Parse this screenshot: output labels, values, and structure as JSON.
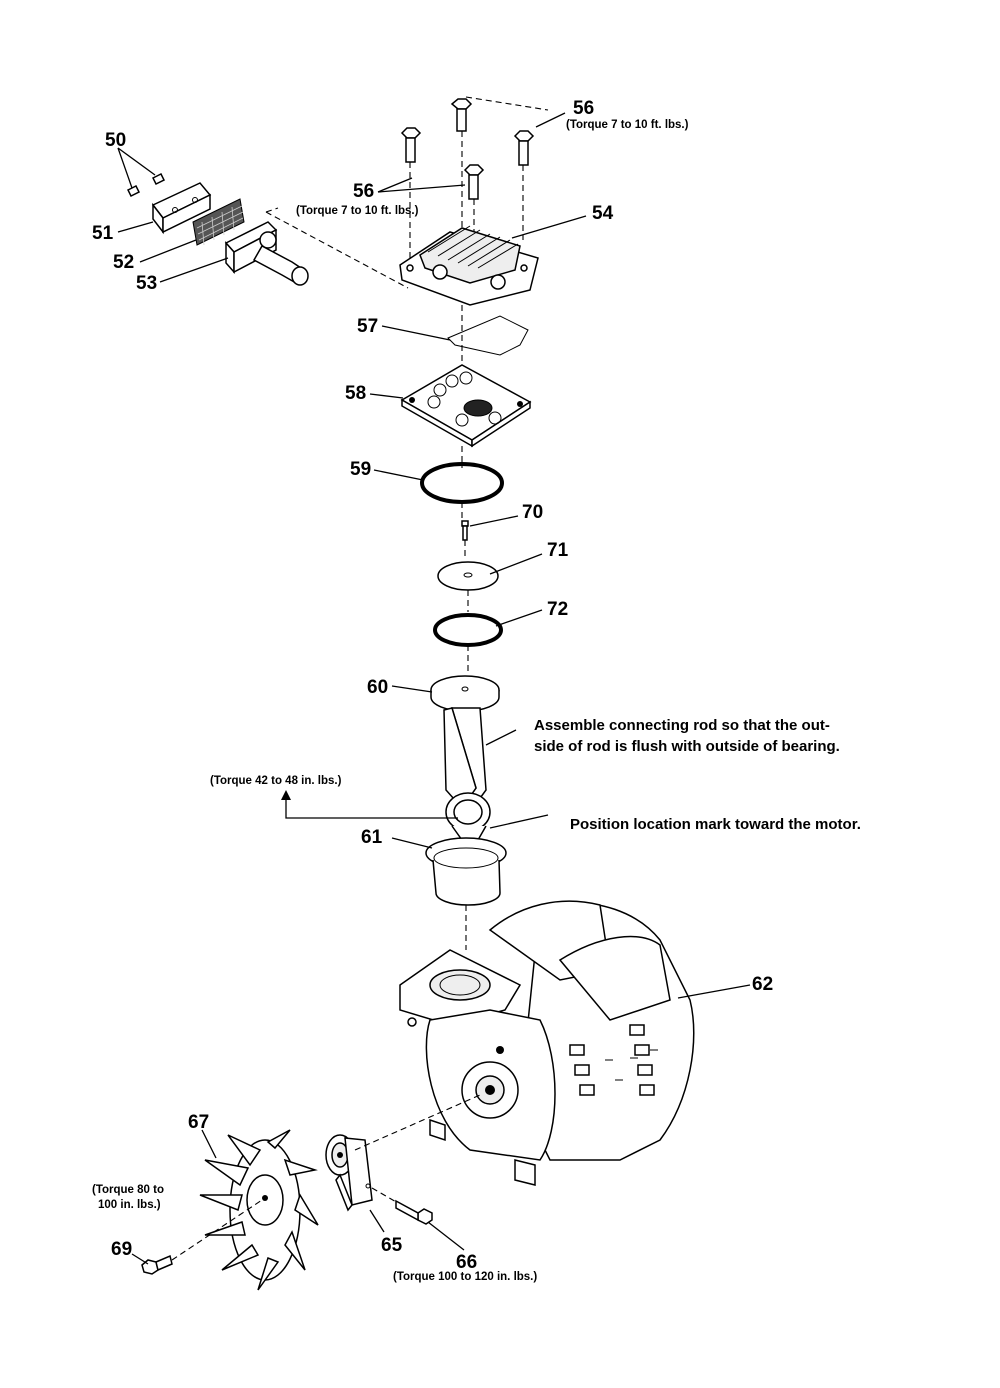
{
  "labels": {
    "p50": "50",
    "p51": "51",
    "p52": "52",
    "p53": "53",
    "p54": "54",
    "p56a": "56",
    "p56b": "56",
    "p57": "57",
    "p58": "58",
    "p59": "59",
    "p60": "60",
    "p61": "61",
    "p62": "62",
    "p65": "65",
    "p66": "66",
    "p67": "67",
    "p69": "69",
    "p70": "70",
    "p71": "71",
    "p72": "72"
  },
  "torque": {
    "head_bolts_right": "(Torque 7 to 10 ft. lbs.)",
    "head_bolts_left": "(Torque 7 to 10 ft. lbs.)",
    "rod_bolt": "(Torque 42 to 48 in. lbs.)",
    "fan_bolt_line1": "(Torque 80 to",
    "fan_bolt_line2": "100 in. lbs.)",
    "screw_66": "(Torque 100 to 120 in. lbs.)"
  },
  "notes": {
    "connecting_rod_line1": "Assemble connecting rod so that the out-",
    "connecting_rod_line2": "side of  rod is flush with outside of bearing.",
    "location_mark": "Position location mark toward the motor."
  }
}
